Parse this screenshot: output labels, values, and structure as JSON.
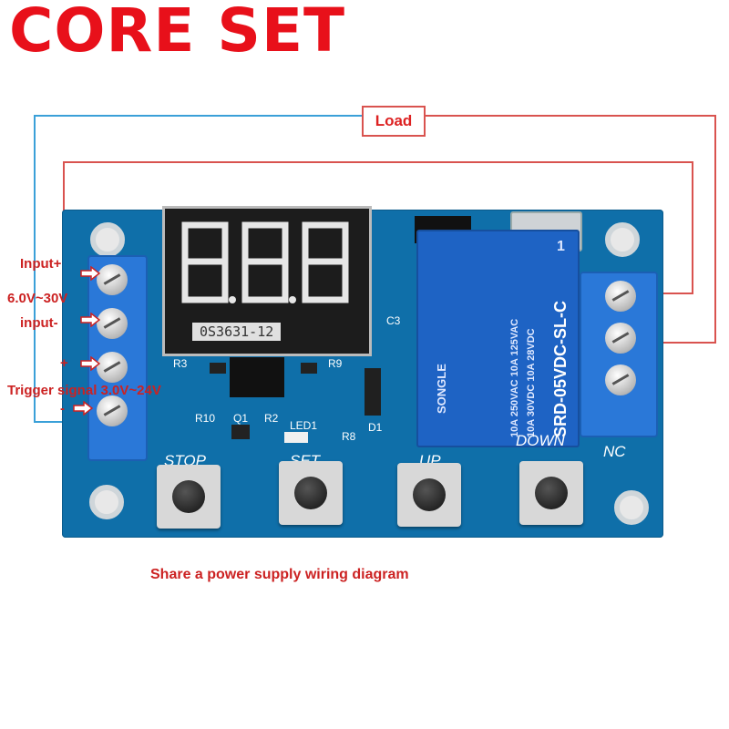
{
  "brand": {
    "title": "CORE SET"
  },
  "labels": {
    "load": "Load",
    "input_plus": "Input+",
    "voltage_in": "6.0V~30V",
    "input_minus": "input-",
    "trig_plus": "+",
    "trigger": "Trigger signal 3.0V~24V",
    "trig_minus": "-"
  },
  "board": {
    "display_digits": "8.8.8",
    "display_model": "0S3631-12",
    "relay_brand": "SONGLE",
    "relay_model": "SRD-05VDC-SL-C",
    "relay_rating_1": "10A 250VAC  10A 125VAC",
    "relay_rating_2": "10A 30VDC  10A 28VDC",
    "relay_pin": "1",
    "silk": {
      "r3": "R3",
      "r9": "R9",
      "r10": "R10",
      "q1": "Q1",
      "r2": "R2",
      "led1": "LED1",
      "r8": "R8",
      "d1": "D1",
      "c3": "C3",
      "nc": "NC",
      "stop": "STOP",
      "set": "SET",
      "up": "UP",
      "down": "DOWN"
    }
  },
  "caption": "Share a power supply wiring diagram",
  "colors": {
    "brand": "#e8101a",
    "label": "#cc2222",
    "wire_red": "#d9534f",
    "wire_blue": "#3aa0d8",
    "pcb": "#0f6fa9"
  }
}
